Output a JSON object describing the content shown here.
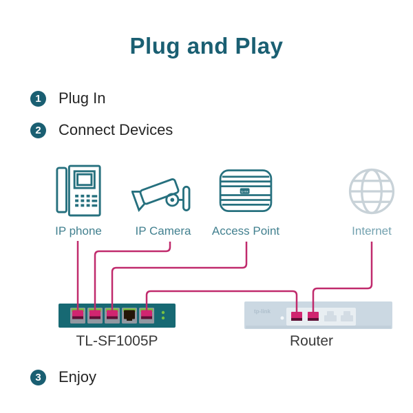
{
  "title": "Plug and Play",
  "steps": [
    {
      "number": "1",
      "label": "Plug In"
    },
    {
      "number": "2",
      "label": "Connect Devices"
    },
    {
      "number": "3",
      "label": "Enjoy"
    }
  ],
  "devices": [
    {
      "icon": "ip-phone-icon",
      "label": "IP phone"
    },
    {
      "icon": "ip-camera-icon",
      "label": "IP Camera"
    },
    {
      "icon": "access-point-icon",
      "label": "Access Point",
      "logo_text": "tp-link"
    },
    {
      "icon": "internet-globe-icon",
      "label": "Internet"
    }
  ],
  "hardware": {
    "switch_label": "TL-SF1005P",
    "router_label": "Router",
    "router_brand": "tp-link",
    "switch_ports_total": 5,
    "switch_ports_connected": [
      1,
      2,
      3,
      5
    ],
    "router_ports_total": 4,
    "router_ports_connected": [
      1,
      2
    ]
  },
  "connections": [
    {
      "from": "IP phone",
      "to": "switch port 1"
    },
    {
      "from": "IP Camera",
      "to": "switch port 2"
    },
    {
      "from": "Access Point",
      "to": "switch port 3"
    },
    {
      "from": "switch port 5",
      "to": "router port 1"
    },
    {
      "from": "Internet",
      "to": "router port 2"
    }
  ],
  "colors": {
    "title_teal": "#1a5f72",
    "icon_teal": "#26707e",
    "device_label_teal": "#42808f",
    "internet_gray": "#c8d2d8",
    "internet_label": "#74a2b0",
    "cable_pink": "#c02a6c",
    "plug_pink": "#d12570",
    "plug_base_maroon": "#5e0f35",
    "switch_teal": "#176973",
    "port_gray": "#9298a1",
    "led_green": "#79c043",
    "router_body": "#cbd8e2",
    "router_panel": "#e8eef2",
    "step_text": "#252525"
  }
}
